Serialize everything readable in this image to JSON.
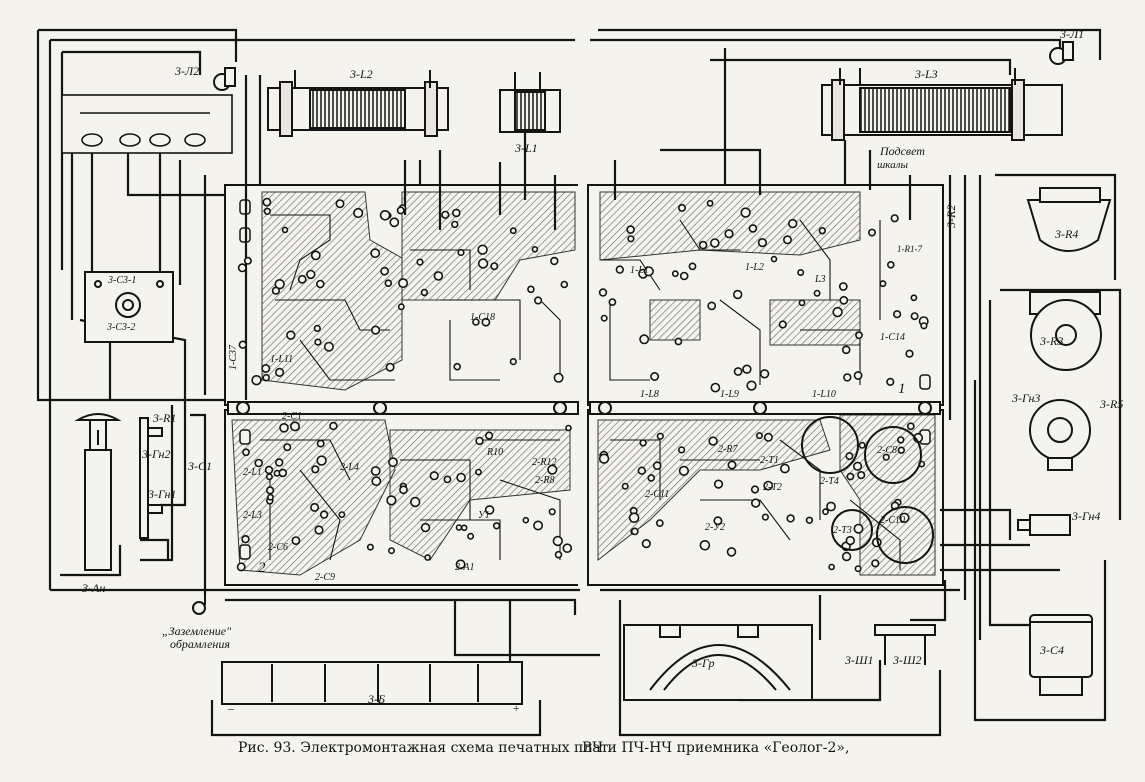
{
  "caption": {
    "left": "Рис. 93. Электромонтажная схема печатных плат",
    "right": "ВЧ и ПЧ-НЧ приемника «Геолог-2»,"
  },
  "labels": {
    "l1_top": "3-Л1",
    "l2_top": "3-Л2",
    "coil_L2": "3-L2",
    "coil_L1": "3-L1",
    "coil_L3": "3-L3",
    "backlight_1": "Подсвет",
    "backlight_2": "шкалы",
    "r2": "3-R2",
    "r4": "3-R4",
    "r3": "3-R3",
    "gn3": "3-Гн3",
    "r5": "3-R5",
    "gn4": "3-Гн4",
    "c4": "3-С4",
    "gr": "3-Гр",
    "sh1": "3-Ш1",
    "sh2": "3-Ш2",
    "battery": "3-Б",
    "an": "3-Ан",
    "ground_1": "„Заземление\"",
    "ground_2": "обрамления",
    "r1": "3-R1",
    "gn2": "3-Гн2",
    "c1": "3-С1",
    "gn1": "3-Гн1",
    "c3_1": "3-С3-1",
    "c3_2": "3-С3-2",
    "board1_num": "1",
    "board2_num": "2",
    "c37": "1-С37",
    "l11": "1-L11",
    "l1b": "1-L1",
    "l2b": "1-L2",
    "l3b": "L3",
    "l8": "1-L8",
    "l9": "1-L9",
    "l10": "1-L10",
    "c18": "1-С18",
    "c14": "1-С14",
    "r1_7": "1-R1-7",
    "l2_1": "2-L1",
    "l2_3": "2-L3",
    "c2_6": "2-С6",
    "c2_9": "2-С9",
    "c2_1": "2-С1",
    "l2_4": "2-L4",
    "r10": "R10",
    "r12": "2-R12",
    "r8": "2-R8",
    "a1": "2-А1",
    "y1": "У1",
    "y2": "2-У2",
    "t1": "2-Т1",
    "t2": "2-Т2",
    "t3": "2-Т3",
    "t4": "2-Т4",
    "c2_8": "2-С8",
    "c2_10": "2-С10",
    "c2_11": "2-С11",
    "r7": "2-R7",
    "polarity_minus": "–",
    "polarity_plus": "+"
  },
  "colors": {
    "ink": "#141414",
    "paper": "#f4f3ee",
    "hatch": "#8a8a88"
  }
}
